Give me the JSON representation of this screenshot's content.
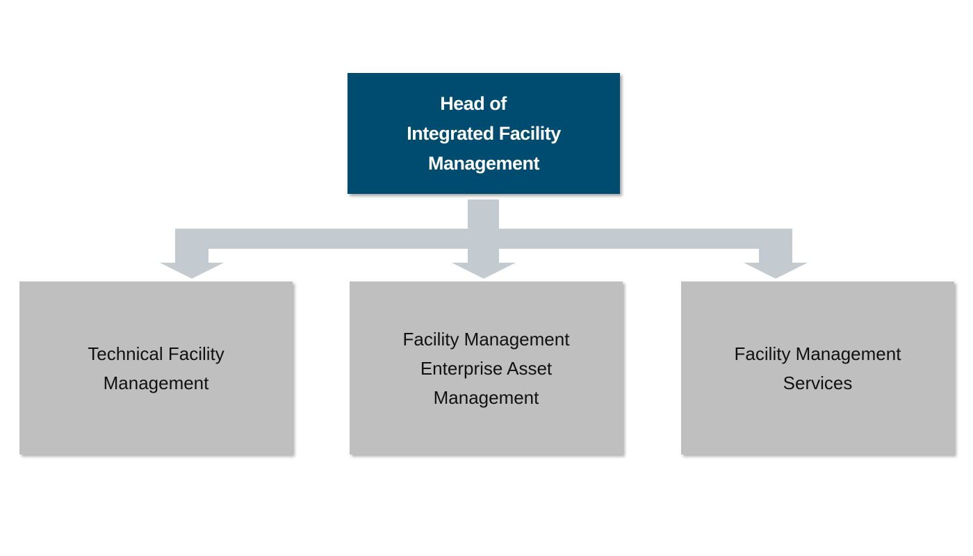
{
  "diagram": {
    "type": "org-chart",
    "colors": {
      "head_fill": "#004c70",
      "head_text": "#ffffff",
      "child_fill": "#bfbfbf",
      "child_text": "#111111",
      "connector": "#c3cbd1"
    },
    "head": {
      "lines": [
        "Head of",
        "Integrated Facility",
        "Management"
      ]
    },
    "children": [
      {
        "lines": [
          "Technical Facility",
          "Management"
        ]
      },
      {
        "lines": [
          "Facility Management",
          "Enterprise Asset",
          "Management"
        ]
      },
      {
        "lines": [
          "Facility Management",
          "Services"
        ]
      }
    ],
    "edges": [
      {
        "from": "head",
        "to": "children.0"
      },
      {
        "from": "head",
        "to": "children.1"
      },
      {
        "from": "head",
        "to": "children.2"
      }
    ]
  }
}
